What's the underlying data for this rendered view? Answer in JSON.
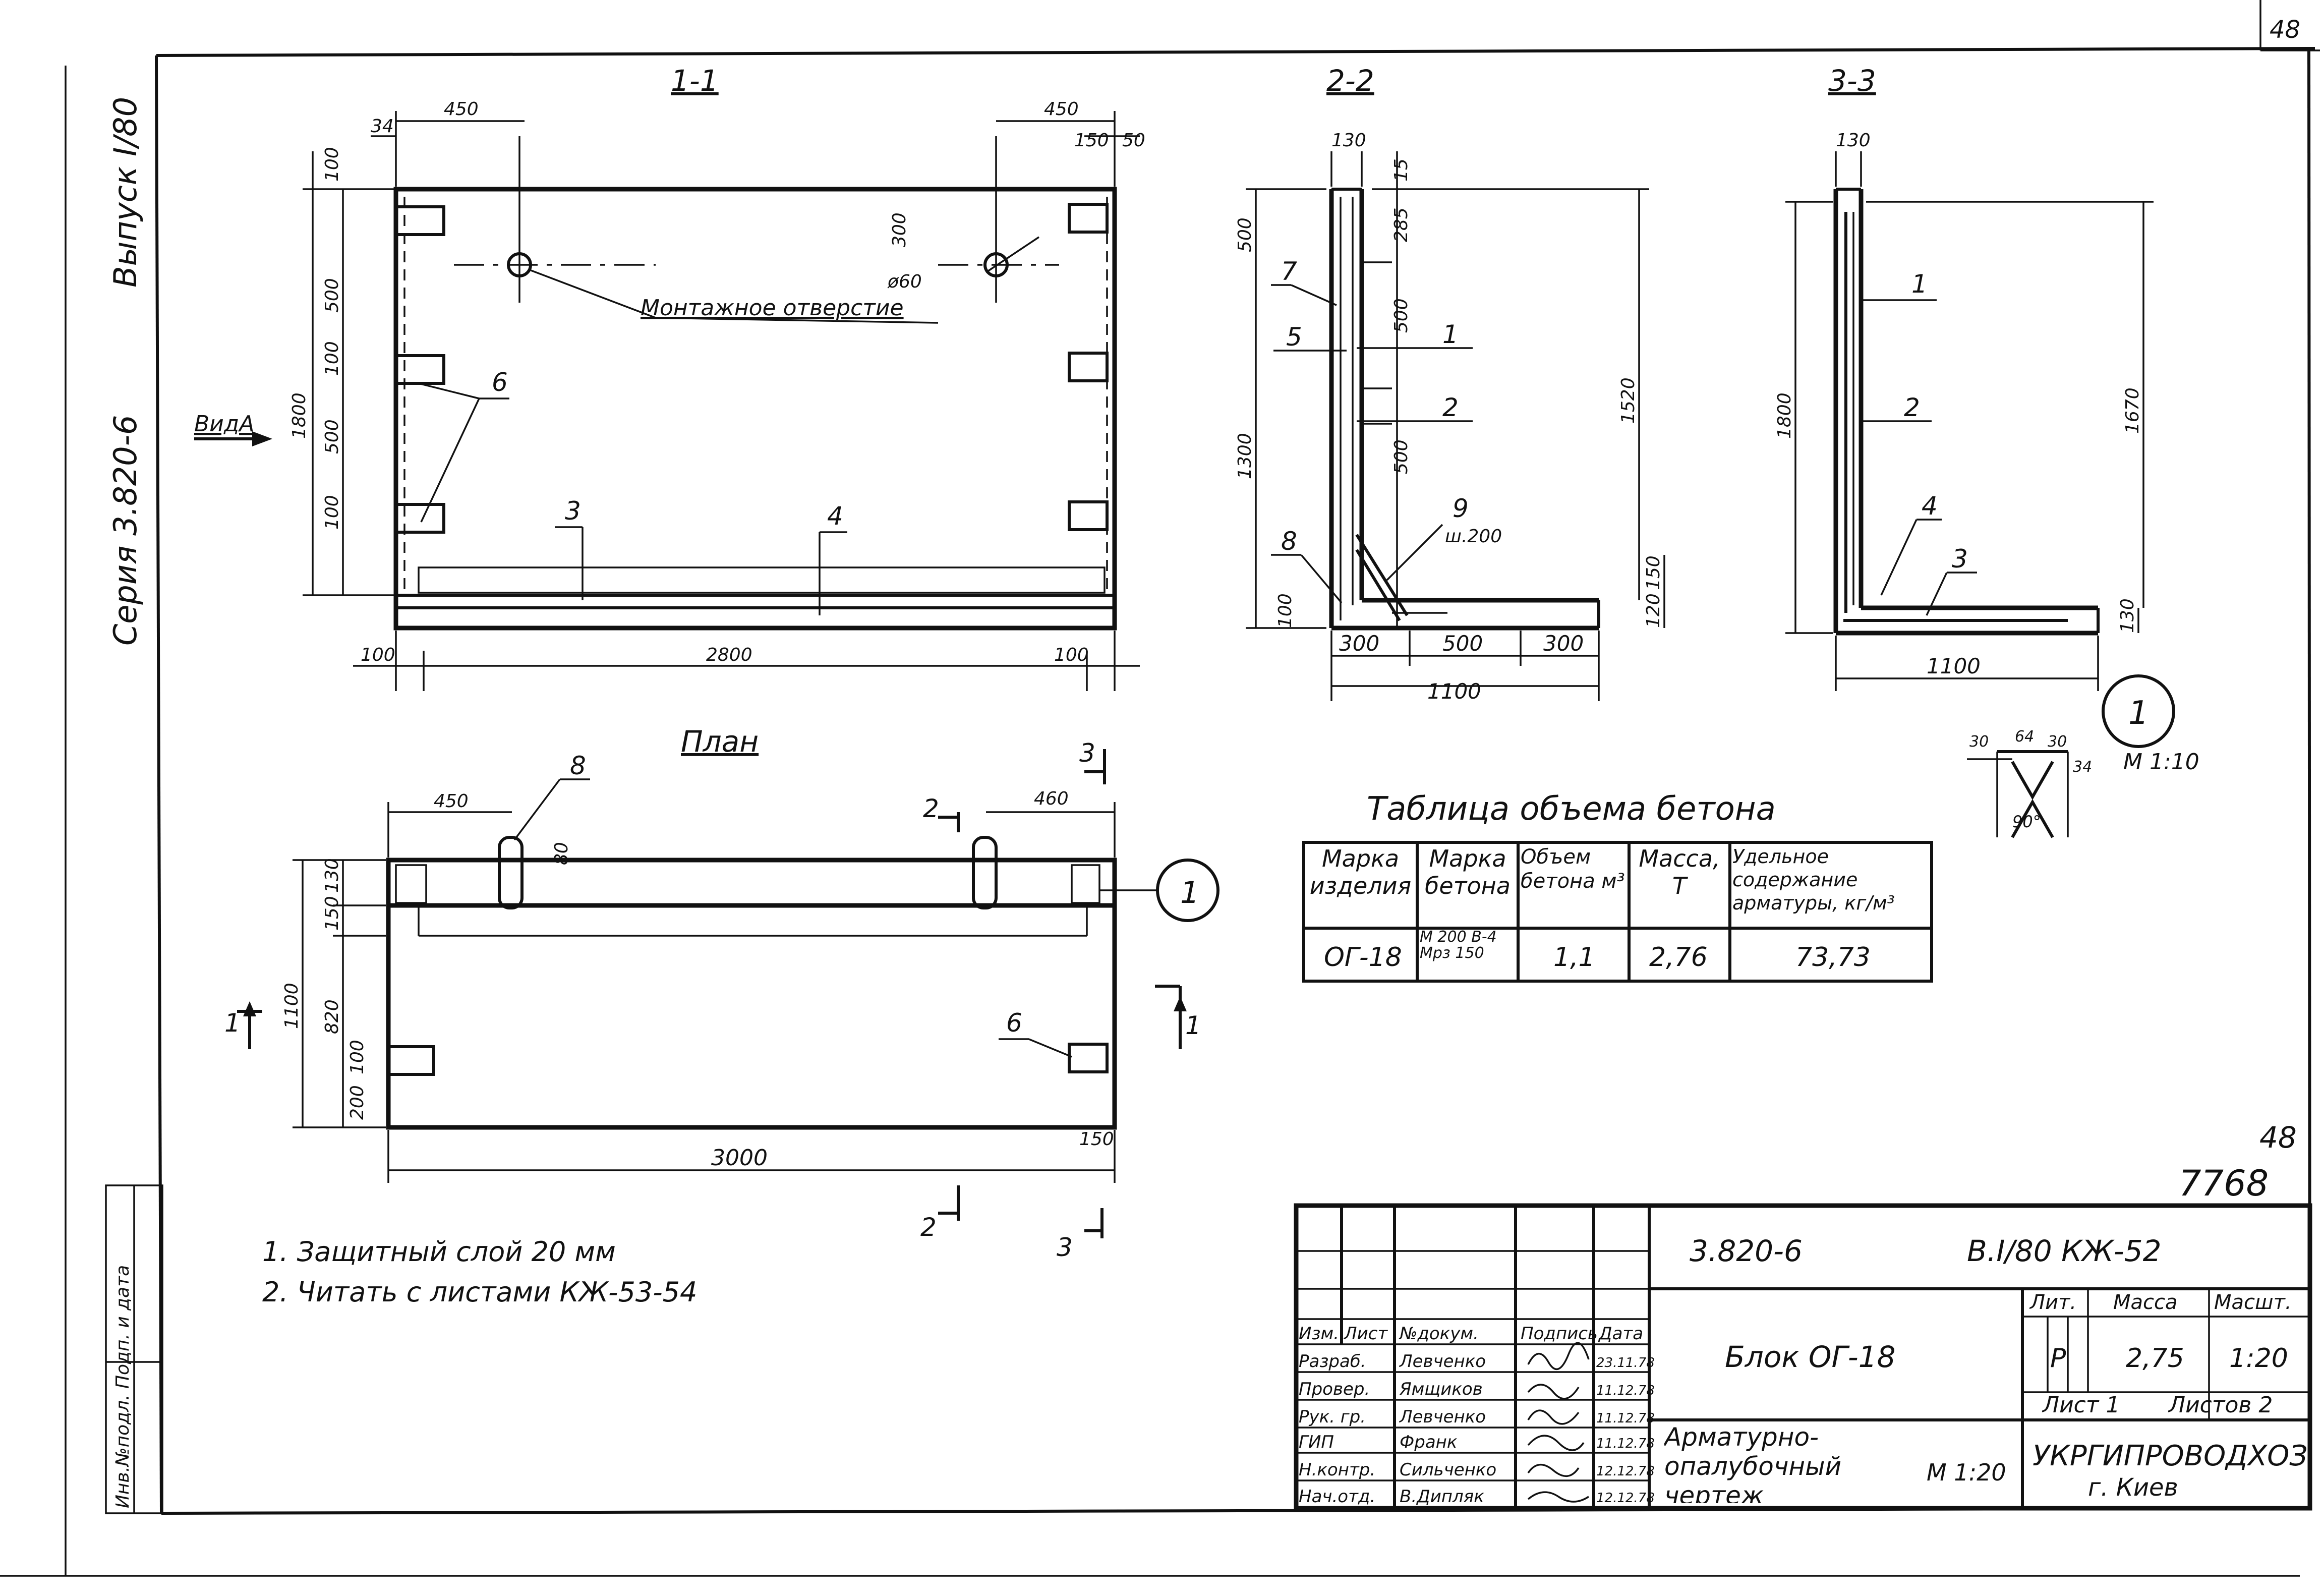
{
  "sheet_page": "48",
  "sheet_page_2": "48",
  "archive_number": "7768",
  "side": {
    "issue": "Выпуск I/80",
    "series": "Серия 3.820-6",
    "stamp": "Инв.№подл. Подп. и дата"
  },
  "section_1": {
    "title": "1-1",
    "view_label": "ВидА",
    "hole_label": "Монтажное отверстие",
    "hole_dia": "ø60",
    "dims": {
      "top_left": "450",
      "top_right": "450",
      "left_34": "34",
      "right_150": "150",
      "right_50": "50",
      "d100": "100",
      "d500a": "500",
      "d500b": "500",
      "d100b": "100",
      "d100c": "100",
      "height": "1800",
      "offset_300": "300",
      "bottom_100l": "100",
      "bottom_2800": "2800",
      "bottom_100r": "100"
    },
    "marks": {
      "m3": "3",
      "m4": "4",
      "m6": "6"
    }
  },
  "section_2": {
    "title": "2-2",
    "dims": {
      "w130": "130",
      "d15": "15",
      "d285": "285",
      "d500a": "500",
      "d500b": "500",
      "d1520": "1520",
      "d150": "150",
      "d120": "120",
      "h500": "500",
      "h1300": "1300",
      "h100": "100",
      "b300l": "300",
      "b500": "500",
      "b300r": "300",
      "b1100": "1100",
      "w9": "ш.200"
    },
    "marks": {
      "m7": "7",
      "m5": "5",
      "m1": "1",
      "m2": "2",
      "m9": "9",
      "m8": "8"
    }
  },
  "section_3": {
    "title": "3-3",
    "dims": {
      "w130": "130",
      "h1800": "1800",
      "h1670": "1670",
      "h130": "130",
      "b1100": "1100"
    },
    "marks": {
      "m1": "1",
      "m2": "2",
      "m4": "4",
      "m3": "3"
    }
  },
  "detail_1": {
    "label": "1",
    "scale": "М 1:10",
    "dims": {
      "d30l": "30",
      "d64": "64",
      "d30r": "30",
      "d34": "34",
      "angle": "90°"
    }
  },
  "plan": {
    "title": "План",
    "dims": {
      "top_450": "450",
      "top_460": "460",
      "d150": "150",
      "d130": "130",
      "h1100": "1100",
      "h820": "820",
      "d100": "100",
      "d200": "200",
      "d80": "80",
      "bottom_3000": "3000",
      "r150": "150"
    },
    "marks": {
      "m8": "8",
      "m6": "6",
      "m1": "1",
      "c1": "1",
      "c1b": "1",
      "c2": "2",
      "c2b": "2",
      "c3": "3",
      "c3b": "3"
    }
  },
  "notes": [
    "1. Защитный слой 20 мм",
    "2. Читать с листами КЖ-53-54"
  ],
  "concrete_table": {
    "title": "Таблица объема бетона",
    "headers": [
      "Марка изделия",
      "Марка бетона",
      "Объем бетона м³",
      "Масса, Т",
      "Удельное содержание арматуры, кг/м³"
    ],
    "row": {
      "mark": "ОГ-18",
      "concrete": "М 200 В-4 Мрз 150",
      "volume": "1,1",
      "mass": "2,76",
      "rebar": "73,73"
    }
  },
  "title_block": {
    "code": "3.820-6",
    "issue_code": "В.I/80 КЖ-52",
    "block_name": "Блок ОГ-18",
    "drawing_type": "Арматурно-опалубочный чертеж",
    "scale": "М 1:20",
    "lit_header": "Лит.",
    "mass_header": "Масса",
    "scale_header": "Масшт.",
    "lit": "Р",
    "mass": "2,75",
    "scale_value": "1:20",
    "sheet": "Лист 1",
    "sheets": "Листов 2",
    "org": "УКРГИПРОВОДХОЗ",
    "city": "г. Киев",
    "staff_headers": [
      "Изм.",
      "Лист",
      "№докум.",
      "Подпись",
      "Дата"
    ],
    "staff": [
      {
        "role": "Разраб.",
        "name": "Левченко",
        "date": "23.11.78"
      },
      {
        "role": "Провер.",
        "name": "Ямщиков",
        "date": "11.12.78"
      },
      {
        "role": "Рук. гр.",
        "name": "Левченко",
        "date": "11.12.78"
      },
      {
        "role": "ГИП",
        "name": "Франк",
        "date": "11.12.78"
      },
      {
        "role": "Н.контр.",
        "name": "Сильченко",
        "date": "12.12.78"
      },
      {
        "role": "Нач.отд.",
        "name": "В.Дипляк",
        "date": "12.12.78"
      }
    ]
  }
}
